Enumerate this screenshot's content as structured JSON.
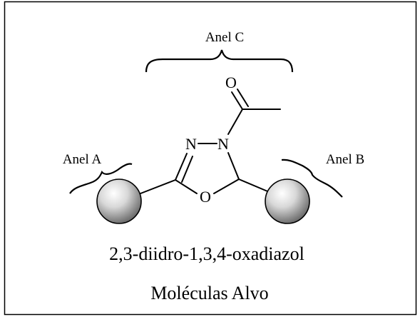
{
  "labels": {
    "ring_a": "Anel A",
    "ring_b": "Anel B",
    "ring_c": "Anel C"
  },
  "atoms": {
    "n_left": "N",
    "n_right": "N",
    "o_ring": "O",
    "o_carbonyl": "O"
  },
  "caption": {
    "compound": "2,3-diidro-1,3,4-oxadiazol",
    "subtitle": "Moléculas Alvo"
  },
  "colors": {
    "stroke": "#000000",
    "sphere_light": "#ffffff",
    "sphere_dark": "#6a6a6a"
  },
  "icons": {
    "substituent_a": "sphere-icon",
    "substituent_b": "sphere-icon"
  }
}
